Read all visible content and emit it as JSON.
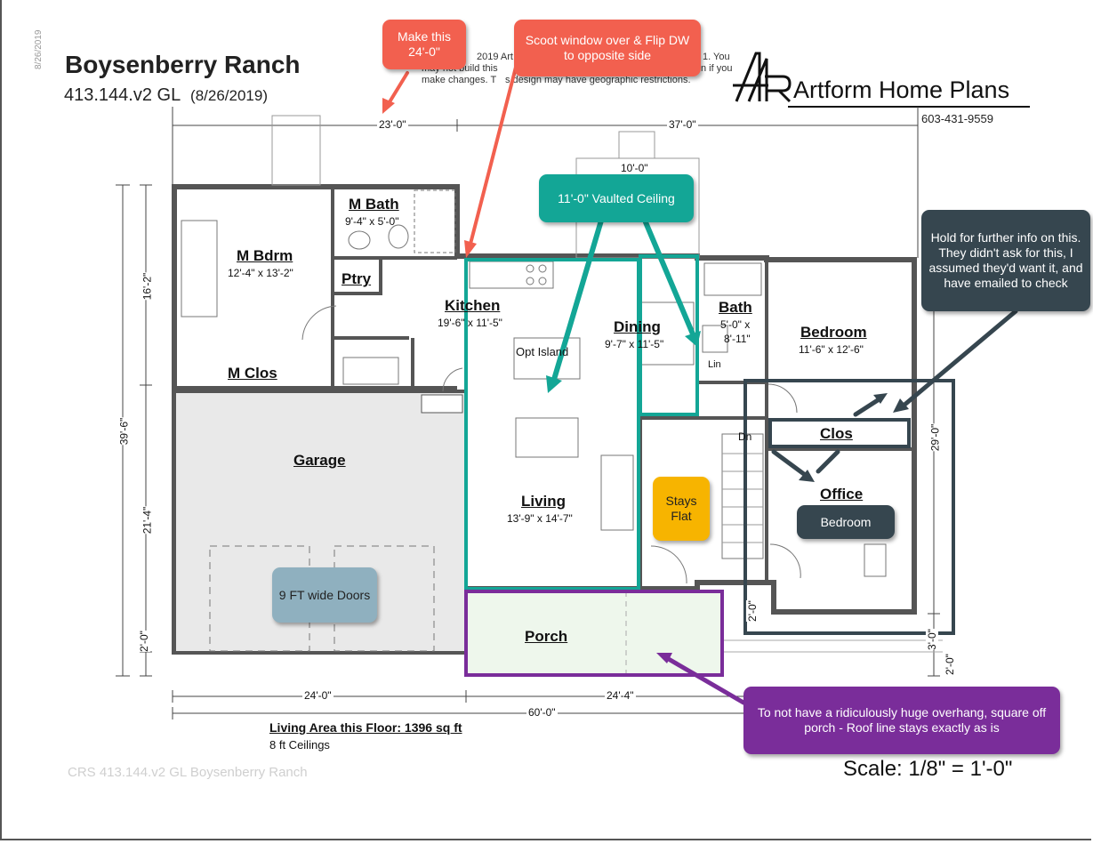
{
  "header": {
    "side_date": "8/26/2019",
    "title": "Boysenberry Ranch",
    "plan_id": "413.144.v2 GL",
    "date": "(8/26/2019)",
    "copyright_fragments": [
      "2019 Art F",
      "1. You",
      "may not build this",
      "n if you",
      "make changes. T",
      "s design may have geographic restrictions."
    ],
    "brand": "Artform Home Plans",
    "phone": "603-431-9559"
  },
  "dimensions": {
    "top_left": "23'-0\"",
    "top_right": "37'-0\"",
    "bump": "10'-0\"",
    "left_16": "16'-2\"",
    "left_39": "39'-6\"",
    "left_21": "21'-4\"",
    "left_2": "2'-0\"",
    "bottom_24": "24'-0\"",
    "bottom_244": "24'-4\"",
    "bottom_60": "60'-0\"",
    "right_29": "29'-0\"",
    "right_3": "3'-0\"",
    "right_2": "2'-0\"",
    "inner_2": "2'-0\""
  },
  "rooms": {
    "m_bath": {
      "name": "M Bath",
      "size": "9'-4\" x 5'-0\""
    },
    "m_bdrm": {
      "name": "M Bdrm",
      "size": "12'-4\" x 13'-2\""
    },
    "ptry": {
      "name": "Ptry"
    },
    "m_clos": {
      "name": "M Clos"
    },
    "kitchen": {
      "name": "Kitchen",
      "size": "19'-6\" x 11'-5\""
    },
    "opt_island": {
      "name": "Opt Island"
    },
    "dining": {
      "name": "Dining",
      "size": "9'-7\" x 11'-5\""
    },
    "bath": {
      "name": "Bath",
      "size_a": "5'-0\" x",
      "size_b": "8'-11\""
    },
    "lin": {
      "name": "Lin"
    },
    "bedroom": {
      "name": "Bedroom",
      "size": "11'-6\" x 12'-6\""
    },
    "clos": {
      "name": "Clos"
    },
    "dn": {
      "name": "Dn"
    },
    "office": {
      "name": "Office"
    },
    "garage": {
      "name": "Garage"
    },
    "living": {
      "name": "Living",
      "size": "13'-9\" x 14'-7\""
    },
    "porch": {
      "name": "Porch"
    }
  },
  "notes": {
    "make_24": "Make this 24'-0\"",
    "scoot_window": "Scoot window over & Flip DW to opposite side",
    "vaulted": "11'-0\" Vaulted Ceiling",
    "hold": "Hold for further info on this. They didn't ask for this, I assumed they'd want it, and have emailed to check",
    "stays_flat": "Stays Flat",
    "bedroom_label": "Bedroom",
    "doors": "9 FT wide Doors",
    "porch_note": "To not have a ridiculously huge overhang, square off porch - Roof line stays exactly as is"
  },
  "footer": {
    "living_area": "Living Area this Floor: 1396 sq ft",
    "ceilings": "8 ft Ceilings",
    "crs": "CRS 413.144.v2 GL Boysenberry Ranch",
    "scale": "Scale: 1/8\" = 1'-0\""
  },
  "colors": {
    "annotation_red": "#f2604f",
    "annotation_teal": "#13a696",
    "annotation_dark": "#36464f",
    "annotation_yellow": "#f7b400",
    "annotation_blue": "#8fb0bf",
    "annotation_purple": "#7a2d9a"
  }
}
